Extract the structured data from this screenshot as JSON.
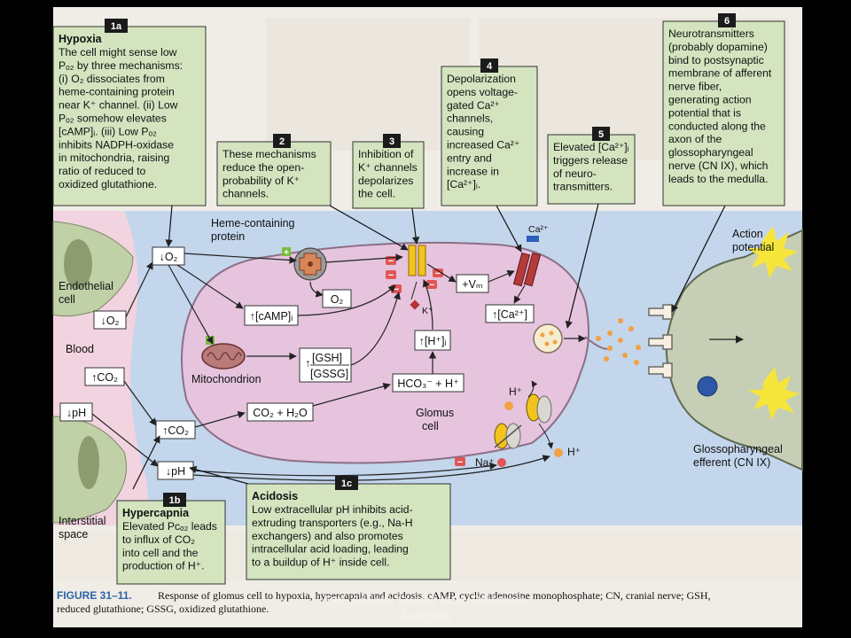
{
  "callouts": {
    "c1a": {
      "num": "1a",
      "title": "Hypoxia",
      "lines": [
        "The cell might sense low",
        "Pₒ₂ by three mechanisms:",
        "(i) O₂ dissociates from",
        "heme-containing protein",
        "near K⁺ channel. (ii) Low",
        "Pₒ₂ somehow elevates",
        "[cAMP]ᵢ. (iii) Low Pₒ₂",
        "inhibits NADPH-oxidase",
        "in mitochondria, raising",
        "ratio of reduced to",
        "oxidized glutathione."
      ]
    },
    "c1b": {
      "num": "1b",
      "title": "Hypercapnia",
      "lines": [
        "Elevated Pᴄₒ₂ leads",
        "to influx of CO₂",
        "into cell and the",
        "production of H⁺."
      ]
    },
    "c1c": {
      "num": "1c",
      "title": "Acidosis",
      "lines": [
        "Low extracellular pH inhibits acid-",
        "extruding transporters (e.g., Na-H",
        "exchangers) and also promotes",
        "intracellular acid loading, leading",
        "to a buildup of H⁺ inside cell."
      ]
    },
    "c2": {
      "num": "2",
      "lines": [
        "These mechanisms",
        "reduce the open-",
        "probability of K⁺",
        "channels."
      ]
    },
    "c3": {
      "num": "3",
      "lines": [
        "Inhibition of",
        "K⁺ channels",
        "depolarizes",
        "the cell."
      ]
    },
    "c4": {
      "num": "4",
      "lines": [
        "Depolarization",
        "opens voltage-",
        "gated Ca²⁺",
        "channels,",
        "causing",
        "increased Ca²⁺",
        "entry and",
        "increase in",
        "[Ca²⁺]ᵢ."
      ]
    },
    "c5": {
      "num": "5",
      "lines": [
        "Elevated [Ca²⁺]ᵢ",
        "triggers release",
        "of neuro-",
        "transmitters."
      ]
    },
    "c6": {
      "num": "6",
      "lines": [
        "Neurotransmitters",
        "(probably dopamine)",
        "bind to postsynaptic",
        "membrane of afferent",
        "nerve fiber,",
        "generating action",
        "potential that is",
        "conducted along the",
        "axon of the",
        "glossopharyngeal",
        "nerve (CN IX), which",
        "leads to the medulla."
      ]
    }
  },
  "labels": {
    "endothelial": [
      "Endothelial",
      "cell"
    ],
    "blood": "Blood",
    "interstitial": [
      "Interstitial",
      "space"
    ],
    "heme": [
      "Heme-containing",
      "protein"
    ],
    "mitochondrion": "Mitochondrion",
    "glomus": [
      "Glomus",
      "cell"
    ],
    "action_potential": [
      "Action",
      "potential"
    ],
    "glosso": [
      "Glossopharyngeal",
      "efferent (CN IX)"
    ]
  },
  "chem": {
    "o2_down": "↓O₂",
    "o2_down_blood": "↓O₂",
    "o2": "O₂",
    "camp": "↑[cAMP]ᵢ",
    "gsh": "[GSH]",
    "gssg": "[GSSG]",
    "gsh_arrow": "↑",
    "co2_up": "↑CO₂",
    "co2_up_blood": "↑CO₂",
    "ph_down": "↓pH",
    "ph_down_blood": "↓pH",
    "co2_h2o": "CO₂ + H₂O",
    "hco3": "HCO₃⁻ + H⁺",
    "h_i": "↑[H⁺]ᵢ",
    "vm": "+Vₘ",
    "ca_i": "↑[Ca²⁺]",
    "ca2": "Ca²⁺",
    "kplus": "K⁺",
    "naplus": "Na⁺",
    "hplus1": "H⁺",
    "hplus2": "H⁺"
  },
  "caption": {
    "figure": "FIGURE 31–11.",
    "text_line1": "Response of glomus cell to hypoxia, hypercapnia and acidosis. cAMP, cyclic adenosine monophosphate; CN, cranial nerve; GSH,",
    "text_line2": "reduced glutathione; GSSG, oxidized glutathione."
  },
  "watermark": [
    "Dra. Adriana Suarez MSc. Profesora",
    "Asociada"
  ],
  "colors": {
    "background": "#000000",
    "page": "#f0ede6",
    "blood": "#f2d3e0",
    "interstitial": "#c3d6ec",
    "cell": "#e6c4de",
    "callout": "#d3e4bf",
    "nerve": "#c6cfb6",
    "k_channel": "#f2c31d",
    "ca_channel": "#b53b3b",
    "ca_block": "#2b5fb8",
    "neg_mark": "#e25555",
    "vesicle": "#f2a144"
  }
}
